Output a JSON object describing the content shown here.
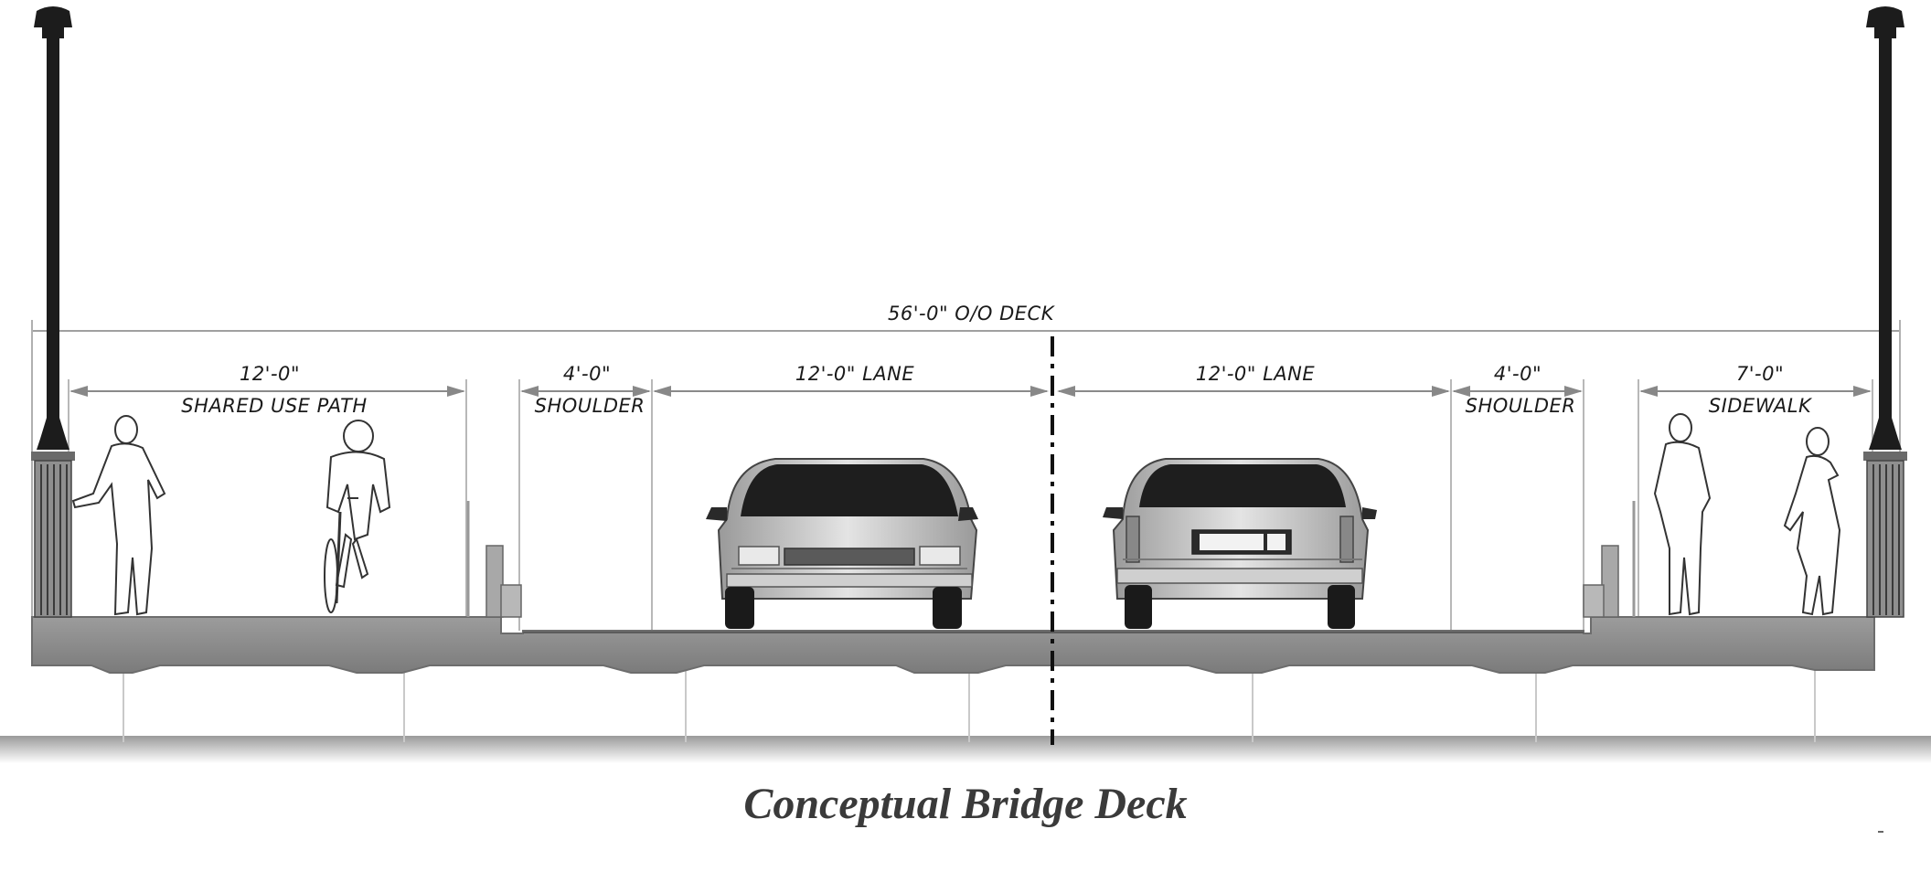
{
  "overall_dimension": "56'-0\" O/O DECK",
  "sections": {
    "shared_use_path": {
      "dimension": "12'-0\"",
      "label": "SHARED USE PATH"
    },
    "left_shoulder": {
      "dimension": "4'-0\"",
      "label": "SHOULDER"
    },
    "left_lane": {
      "dimension": "12'-0\" LANE"
    },
    "right_lane": {
      "dimension": "12'-0\" LANE"
    },
    "right_shoulder": {
      "dimension": "4'-0\"",
      "label": "SHOULDER"
    },
    "sidewalk": {
      "dimension": "7'-0\"",
      "label": "SIDEWALK"
    }
  },
  "caption": "Conceptual Bridge Deck",
  "colors": {
    "deck": "#8e8e8e",
    "lamp": "#1c1c1c",
    "centerline": "#111111",
    "caption": "#3a3a3a"
  }
}
